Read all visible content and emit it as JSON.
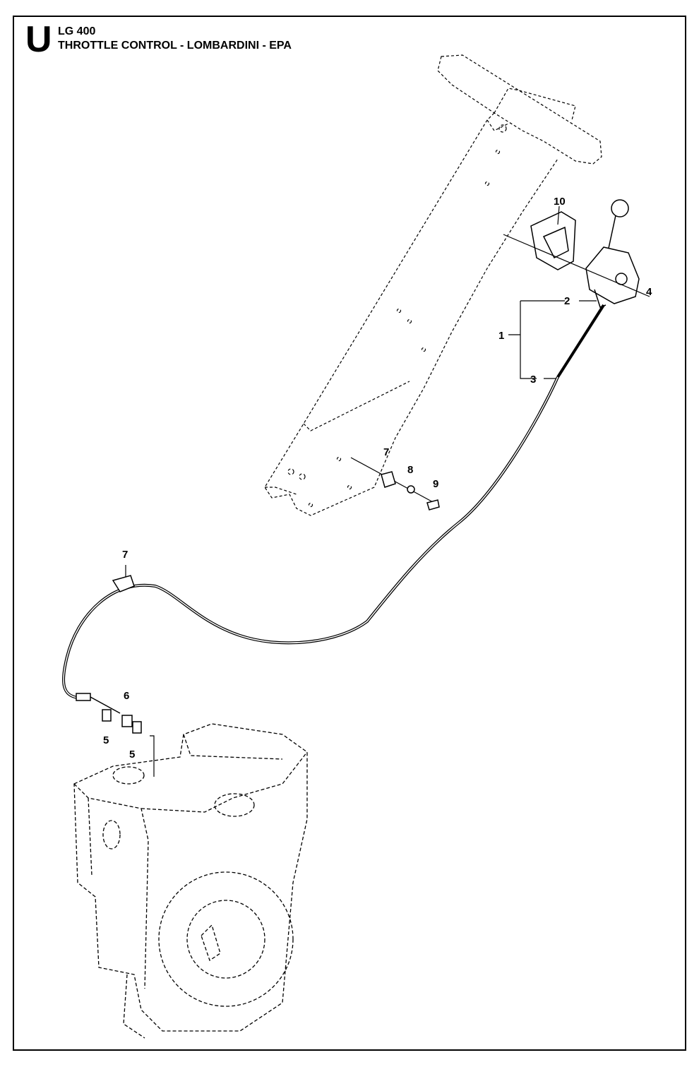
{
  "header": {
    "section_letter": "U",
    "model": "LG 400",
    "title": "THROTTLE CONTROL - LOMBARDINI - EPA"
  },
  "callouts": [
    "10",
    "2",
    "4",
    "1",
    "3",
    "7",
    "8",
    "9",
    "7",
    "6",
    "5",
    "5"
  ]
}
